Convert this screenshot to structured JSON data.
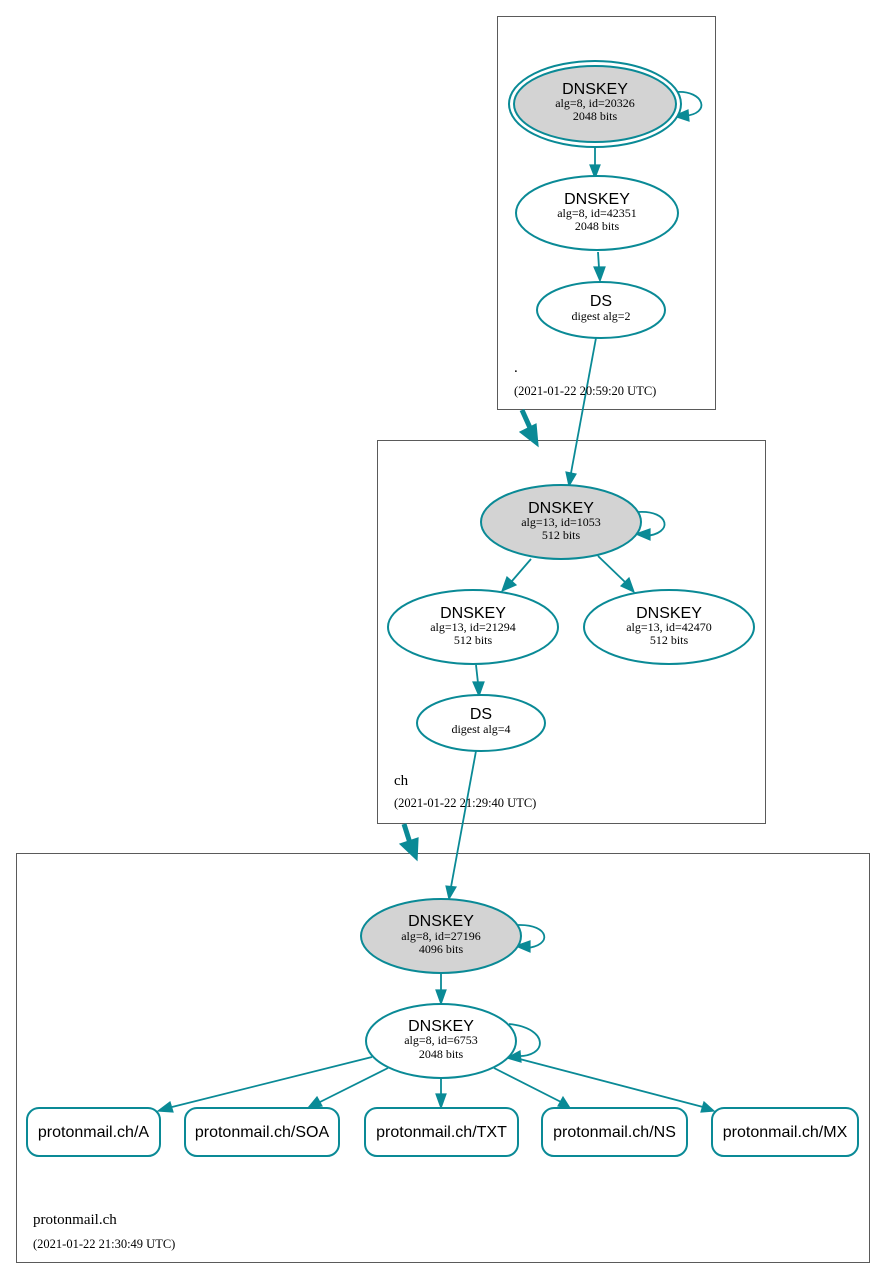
{
  "colors": {
    "edge": "#0a8a96",
    "fill_sep": "#d3d3d3",
    "fill_normal": "#ffffff",
    "box": "#5a5a5a"
  },
  "zones": {
    "root": {
      "name": ".",
      "time": "(2021-01-22 20:59:20 UTC)"
    },
    "ch": {
      "name": "ch",
      "time": "(2021-01-22 21:29:40 UTC)"
    },
    "protonmail": {
      "name": "protonmail.ch",
      "time": "(2021-01-22 21:30:49 UTC)"
    }
  },
  "nodes": {
    "root_ksk": {
      "title": "DNSKEY",
      "line1": "alg=8, id=20326",
      "line2": "2048 bits"
    },
    "root_zsk": {
      "title": "DNSKEY",
      "line1": "alg=8, id=42351",
      "line2": "2048 bits"
    },
    "root_ds": {
      "title": "DS",
      "line1": "digest alg=2"
    },
    "ch_ksk": {
      "title": "DNSKEY",
      "line1": "alg=13, id=1053",
      "line2": "512 bits"
    },
    "ch_zsk1": {
      "title": "DNSKEY",
      "line1": "alg=13, id=21294",
      "line2": "512 bits"
    },
    "ch_zsk2": {
      "title": "DNSKEY",
      "line1": "alg=13, id=42470",
      "line2": "512 bits"
    },
    "ch_ds": {
      "title": "DS",
      "line1": "digest alg=4"
    },
    "pm_ksk": {
      "title": "DNSKEY",
      "line1": "alg=8, id=27196",
      "line2": "4096 bits"
    },
    "pm_zsk": {
      "title": "DNSKEY",
      "line1": "alg=8, id=6753",
      "line2": "2048 bits"
    }
  },
  "records": {
    "a": "protonmail.ch/A",
    "soa": "protonmail.ch/SOA",
    "txt": "protonmail.ch/TXT",
    "ns": "protonmail.ch/NS",
    "mx": "protonmail.ch/MX"
  }
}
